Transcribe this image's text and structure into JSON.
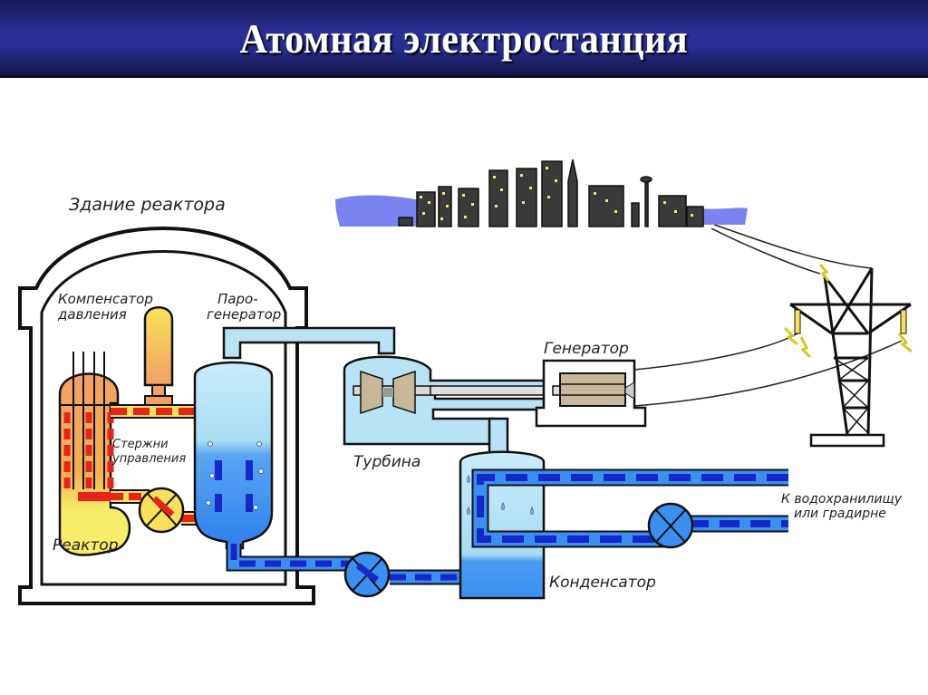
{
  "title": "Атомная электростанция",
  "labels": {
    "reactor_building": "Здание реактора",
    "pressurizer_line1": "Компенсатор",
    "pressurizer_line2": "давления",
    "steam_gen_line1": "Паро-",
    "steam_gen_line2": "генератор",
    "generator": "Генератор",
    "control_rods_line1": "Стержни",
    "control_rods_line2": "управления",
    "turbine": "Турбина",
    "reactor": "Реактор",
    "reservoir_line1": "К водохранилищу",
    "reservoir_line2": "или градирне",
    "condenser": "Конденсатор"
  },
  "colors": {
    "header_bg": "#2a2e92",
    "primary_loop": "#e8231c",
    "primary_loop_light": "#f6e25a",
    "secondary_water": "#3b8ff0",
    "secondary_dash": "#1429c8",
    "steam": "#b9e2f5",
    "reactor_top": "#f2a064",
    "reactor_bottom": "#f7ec6a",
    "city_sky": "#7a84f0",
    "turbine_blade": "#c8b89a"
  }
}
